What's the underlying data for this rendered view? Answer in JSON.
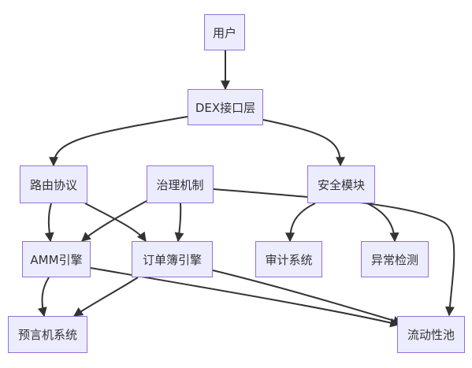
{
  "diagram": {
    "type": "flowchart",
    "direction": "top-down",
    "colors": {
      "node_fill": "#ececff",
      "node_border": "#9370db",
      "edge": "#333333",
      "text": "#333333"
    },
    "nodes": {
      "user": "用户",
      "dex_api": "DEX接口层",
      "routing": "路由协议",
      "governance": "治理机制",
      "security": "安全模块",
      "amm": "AMM引擎",
      "orderbook": "订单簿引擎",
      "audit": "审计系统",
      "anomaly": "异常检测",
      "oracle": "预言机系统",
      "liquidity": "流动性池"
    },
    "edges": [
      [
        "user",
        "dex_api"
      ],
      [
        "dex_api",
        "routing"
      ],
      [
        "dex_api",
        "security"
      ],
      [
        "routing",
        "amm"
      ],
      [
        "routing",
        "orderbook"
      ],
      [
        "governance",
        "amm"
      ],
      [
        "governance",
        "orderbook"
      ],
      [
        "governance",
        "liquidity"
      ],
      [
        "security",
        "audit"
      ],
      [
        "security",
        "anomaly"
      ],
      [
        "amm",
        "oracle"
      ],
      [
        "amm",
        "liquidity"
      ],
      [
        "orderbook",
        "oracle"
      ],
      [
        "orderbook",
        "liquidity"
      ]
    ]
  }
}
